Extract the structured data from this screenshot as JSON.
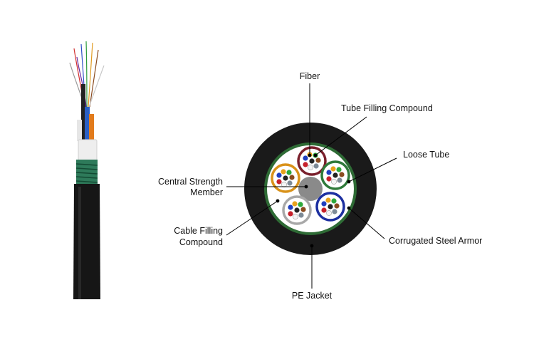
{
  "labels": {
    "fiber": "Fiber",
    "tube_filling_compound": "Tube Filling Compound",
    "loose_tube": "Loose Tube",
    "central_strength_line1": "Central Strength",
    "central_strength_line2": "Member",
    "cable_filling_line1": "Cable Filling",
    "cable_filling_line2": "Compound",
    "corrugated_steel_armor": "Corrugated Steel Armor",
    "pe_jacket": "PE Jacket"
  },
  "colors": {
    "jacket": "#1a1a1a",
    "armor": "#2e6b35",
    "central_member": "#8a8a8a",
    "tube_maroon": "#7a1f2b",
    "tube_orange": "#d9921a",
    "tube_green": "#2f7a3a",
    "tube_blue": "#1c2fa0",
    "tube_gray": "#a8a8a8",
    "fiber_blue": "#1f3fbf",
    "fiber_orange": "#e8a21c",
    "fiber_green": "#2ea83a",
    "fiber_brown": "#8a4b1f",
    "fiber_slate": "#7d8a96",
    "fiber_white": "#f4f4f4",
    "fiber_red": "#c6202a",
    "fiber_black": "#222222"
  },
  "tubes": [
    {
      "name": "tube-top",
      "color_key": "tube_maroon"
    },
    {
      "name": "tube-right",
      "color_key": "tube_green"
    },
    {
      "name": "tube-bottom-right",
      "color_key": "tube_blue"
    },
    {
      "name": "tube-bottom-left",
      "color_key": "tube_gray"
    },
    {
      "name": "tube-left",
      "color_key": "tube_orange"
    }
  ],
  "fiber_color_keys": [
    "fiber_blue",
    "fiber_orange",
    "fiber_green",
    "fiber_brown",
    "fiber_slate",
    "fiber_white",
    "fiber_red",
    "fiber_black"
  ]
}
